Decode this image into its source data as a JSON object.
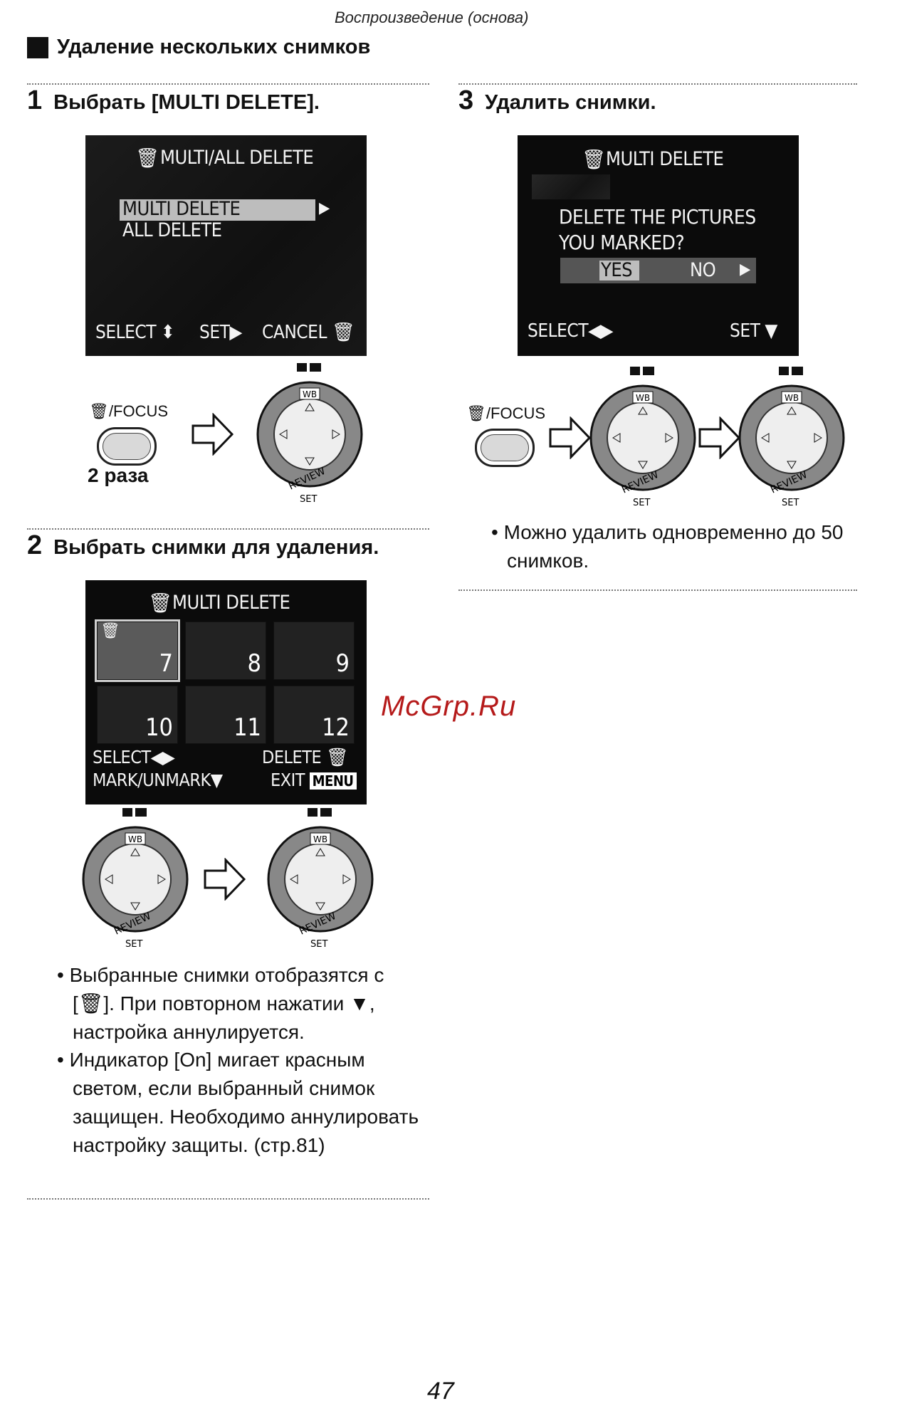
{
  "header": {
    "running_title": "Воспроизведение (основа)"
  },
  "section": {
    "title": "Удаление нескольких снимков"
  },
  "steps": [
    {
      "num": "1",
      "title": "Выбрать [MULTI DELETE]."
    },
    {
      "num": "2",
      "title": "Выбрать снимки для удаления."
    },
    {
      "num": "3",
      "title": "Удалить снимки."
    }
  ],
  "screen1": {
    "title": "MULTI/ALL DELETE",
    "items": [
      "MULTI DELETE",
      "ALL DELETE"
    ],
    "footer": [
      "SELECT",
      "SET",
      "CANCEL"
    ]
  },
  "screen2": {
    "title": "MULTI DELETE",
    "thumbs": [
      "7",
      "8",
      "9",
      "10",
      "11",
      "12"
    ],
    "footer": [
      "SELECT",
      "DELETE",
      "MARK/UNMARK",
      "EXIT",
      "MENU"
    ]
  },
  "screen3": {
    "title": "MULTI DELETE",
    "question": [
      "DELETE THE PICTURES",
      "YOU MARKED?"
    ],
    "choices": [
      "YES",
      "NO"
    ],
    "footer": [
      "SELECT",
      "SET"
    ]
  },
  "controls": {
    "focus_label": "/FOCUS",
    "twice": "2 раза",
    "dial_wb": "WB",
    "dial_review": "REVIEW",
    "dial_set": "SET"
  },
  "notes_step2": [
    "Выбранные снимки отобразятся с [🗑]. При повторном нажатии ▼, настройка аннулируется.",
    "Индикатор [On] мигает красным светом, если выбранный снимок защищен. Необходимо аннулировать настройку защиты. (стр.81)"
  ],
  "notes_step3": [
    "Можно удалить одновременно до 50 снимков."
  ],
  "watermark": "McGrp.Ru",
  "page_number": "47",
  "colors": {
    "watermark": "#b51a1a",
    "lcd_bg": "#0b0b0b"
  },
  "icons": [
    "trash-icon",
    "right-arrow-icon",
    "dial-icon",
    "menu-icon"
  ]
}
